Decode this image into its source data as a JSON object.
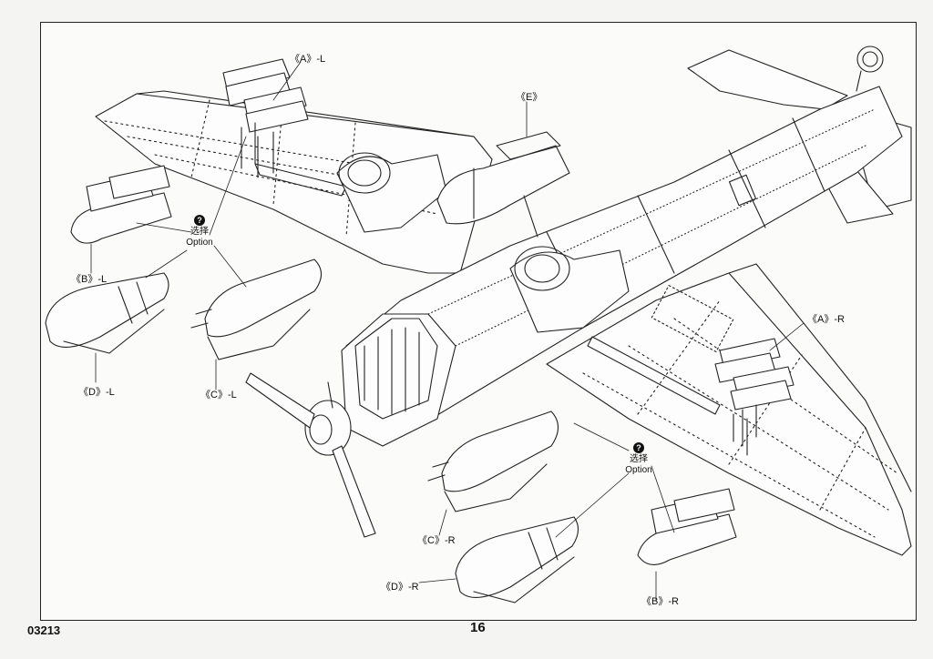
{
  "labels": {
    "a_l": "《A》-L",
    "e": "《E》",
    "b_l": "《B》-L",
    "d_l": "《D》-L",
    "c_l": "《C》-L",
    "a_r": "《A》-R",
    "c_r": "《C》-R",
    "d_r": "《D》-R",
    "b_r": "《B》-R"
  },
  "option_callouts": [
    {
      "badge": "?",
      "cn": "选择",
      "en": "Option"
    },
    {
      "badge": "?",
      "cn": "选择",
      "en": "Option"
    }
  ],
  "footer": {
    "code": "03213",
    "page": "16"
  }
}
